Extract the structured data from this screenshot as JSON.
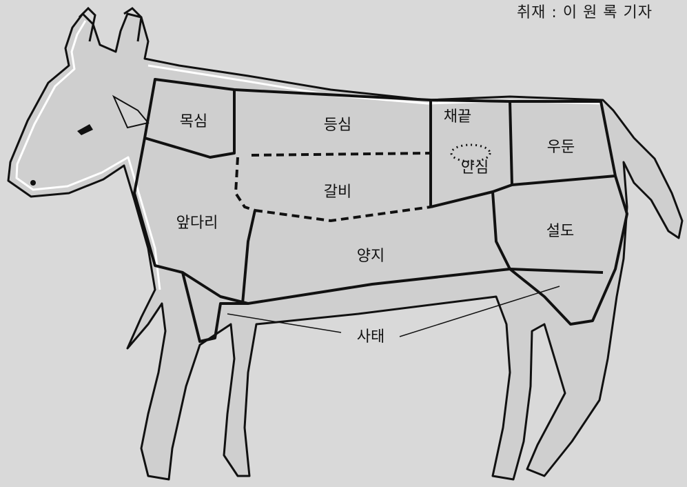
{
  "credit": "취재 : 이   원   록 기자",
  "cuts": {
    "moksim": "목심",
    "deungsim": "등심",
    "chaekkeut": "채끝",
    "ansim": "안심",
    "udun": "우둔",
    "galbi": "갈비",
    "apdari": "앞다리",
    "seoldo": "설도",
    "yangji": "양지",
    "satae": "사태"
  },
  "colors": {
    "background": "#d9d9d9",
    "body_fill": "#cfcfcf",
    "outline": "#111111"
  }
}
